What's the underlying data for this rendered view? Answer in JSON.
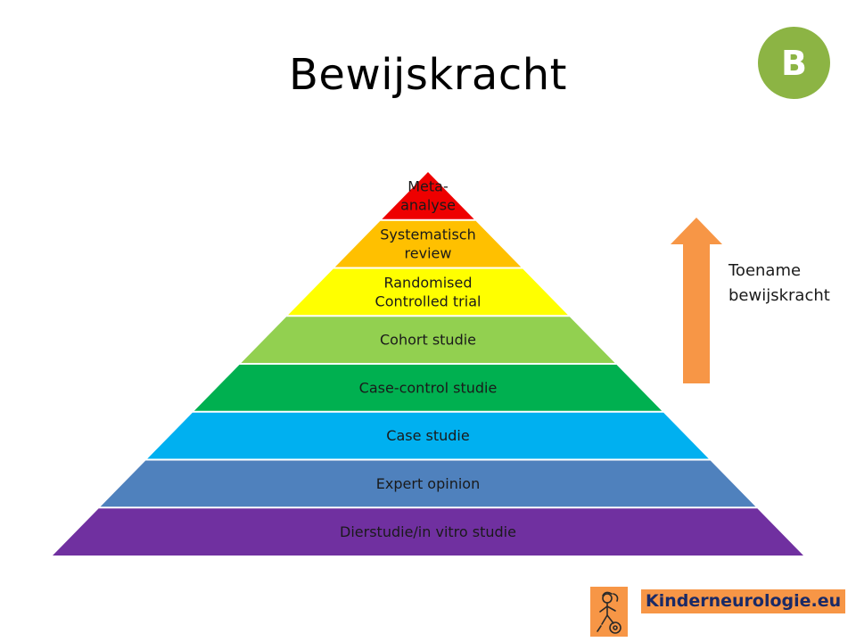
{
  "slide": {
    "title": "Bewijskracht",
    "badge": {
      "label": "B",
      "color": "#8cb444"
    }
  },
  "pyramid": {
    "levels": [
      {
        "lines": [
          "Meta-",
          "analyse"
        ],
        "color": "#ee0000"
      },
      {
        "lines": [
          "Systematisch",
          "review"
        ],
        "color": "#ffc000"
      },
      {
        "lines": [
          "Randomised",
          "Controlled trial"
        ],
        "color": "#ffff00"
      },
      {
        "lines": [
          "Cohort studie"
        ],
        "color": "#92d050"
      },
      {
        "lines": [
          "Case-control studie"
        ],
        "color": "#00b050"
      },
      {
        "lines": [
          "Case studie"
        ],
        "color": "#00b0f0"
      },
      {
        "lines": [
          "Expert opinion"
        ],
        "color": "#4f81bd"
      },
      {
        "lines": [
          "Dierstudie/in vitro studie"
        ],
        "color": "#7030a0"
      }
    ]
  },
  "arrow": {
    "label_lines": [
      "Toename",
      "bewijskracht"
    ],
    "color": "#f79646"
  },
  "logo": {
    "text": "Kinderneurologie.eu",
    "icon": "child-figure-icon",
    "color": "#f79646"
  }
}
